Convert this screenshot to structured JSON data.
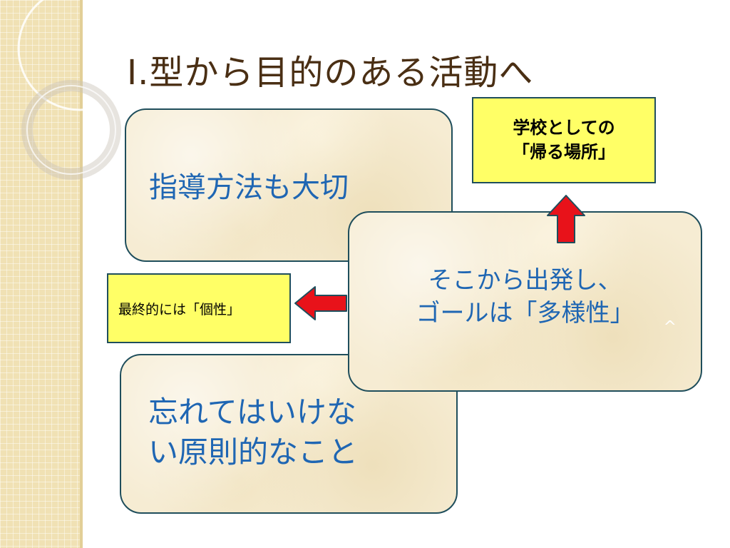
{
  "slide": {
    "title": "I.型から目的のある活動へ",
    "boxes": {
      "method": "指導方法も大切",
      "start": {
        "line1": "そこから出発し、",
        "line2": "ゴールは「多様性」",
        "caret": "^"
      },
      "principles": {
        "line1": "忘れてはいけな",
        "line2": "い原則的なこと"
      }
    },
    "notes": {
      "school": {
        "line1": "学校としての",
        "line2": "「帰る場所」"
      },
      "individuality": "最終的には「個性」"
    }
  },
  "colors": {
    "title": "#4a2f14",
    "box_text": "#1f66b3",
    "note_bg": "#ffff66",
    "arrow_fill": "#e8121a",
    "arrow_stroke": "#1f4e5c"
  },
  "icons": {
    "up_arrow": "arrow-up-icon",
    "left_arrow": "arrow-left-icon"
  }
}
